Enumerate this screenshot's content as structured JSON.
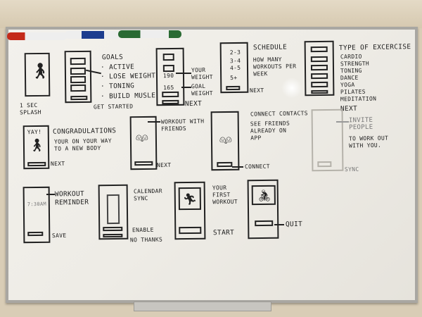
{
  "splash": {
    "caption": "1 SEC SPLASH"
  },
  "goals": {
    "title": "GOALS",
    "items": [
      "· ACTIVE",
      "· LOSE WEIGHT",
      "· TONING",
      "· BUILD MUSLE"
    ],
    "button": "GET STARTED"
  },
  "weight": {
    "current": "190",
    "goal": "165",
    "current_label": "YOUR WEIGHT",
    "goal_label": "GOAL WEIGHT",
    "button": "NEXT"
  },
  "schedule": {
    "title": "SCHEDULE",
    "options": [
      "2-3",
      "3-4",
      "4-5",
      "5+"
    ],
    "desc": "HOW MANY WORKOUTS PER WEEK",
    "button": "NEXT"
  },
  "exercise": {
    "title": "TYPE OF EXCERCISE",
    "items": [
      "CARDIO",
      "STRENGTH",
      "TONING",
      "DANCE",
      "YOGA",
      "PILATES",
      "MEDITATION"
    ],
    "button": "NEXT"
  },
  "congrats": {
    "screen_text": "YAY!",
    "title": "CONGRADULATIONS",
    "subtitle": "YOUR ON YOUR WAY TO A NEW BODY",
    "button": "NEXT"
  },
  "friends": {
    "title": "WORKOUT WITH FRIENDS",
    "button": "NEXT"
  },
  "connect": {
    "title": "CONNECT CONTACTS",
    "desc": "SEE FRIENDS ALREADY ON APP",
    "button": "CONNECT"
  },
  "invite": {
    "title": "INVITE PEOPLE",
    "desc": "TO WORK OUT WITH YOU.",
    "button": "SYNC"
  },
  "reminder": {
    "time": "7:30AM",
    "title": "WORKOUT REMINDER",
    "button": "SAVE"
  },
  "calendar": {
    "title": "CALENDAR SYNC",
    "enable": "ENABLE",
    "decline": "NO THANKS"
  },
  "first": {
    "title": "YOUR FIRST WORKOUT",
    "button": "START"
  },
  "quit": {
    "button": "QUIT"
  }
}
